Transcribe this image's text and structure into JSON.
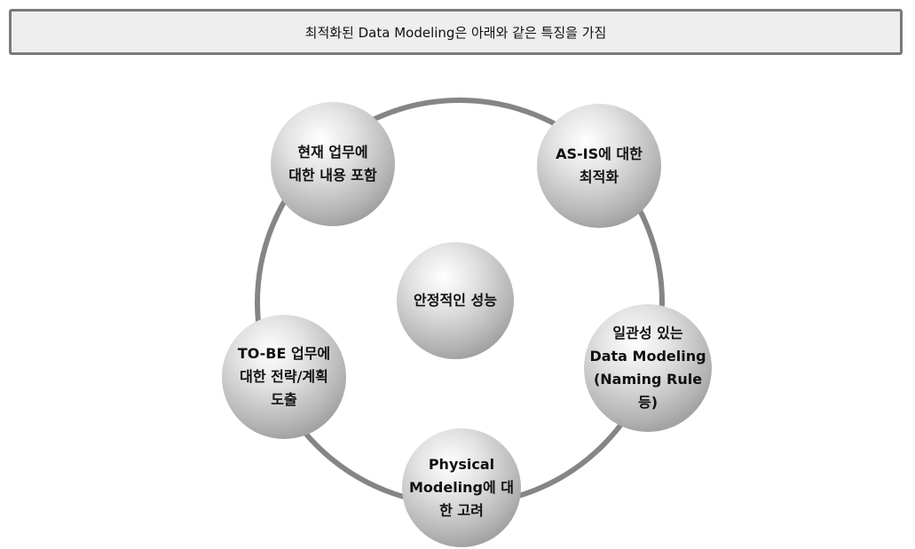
{
  "banner": {
    "title": "최적화된 Data Modeling은 아래와 같은 특징을 가짐"
  },
  "diagram": {
    "center": "안정적인 성능",
    "nodes": [
      "현재 업무에\n대한 내용 포함",
      "AS-IS에 대한\n최적화",
      "일관성 있는\nData Modeling\n(Naming Rule\n등)",
      "Physical\nModeling에 대\n한 고려",
      "TO-BE 업무에\n대한 전략/계획\n도출"
    ]
  }
}
